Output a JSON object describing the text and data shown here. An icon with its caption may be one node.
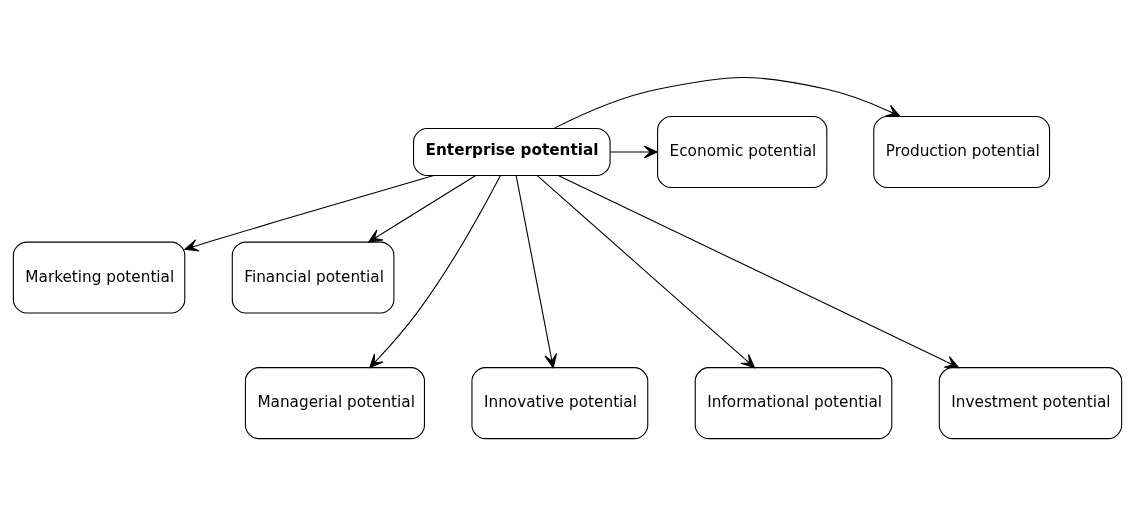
{
  "diagram": {
    "nodes": [
      {
        "text": [
          "Enterprise potential"
        ]
      },
      {
        "text": [
          "Production potential"
        ]
      },
      {
        "text": [
          "Economic potential"
        ]
      },
      {
        "text": [
          "Marketing potential"
        ]
      },
      {
        "text": [
          "Financial potential"
        ]
      },
      {
        "text": [
          "Managerial potential"
        ]
      },
      {
        "text": [
          "Innovative potential"
        ]
      },
      {
        "text": [
          "Informational potential"
        ]
      },
      {
        "text": [
          "Investment potential"
        ]
      }
    ],
    "edges": [
      {
        "from": 0,
        "to": 1,
        "arrow": "to"
      },
      {
        "from": 0,
        "to": 2,
        "arrow": "to"
      },
      {
        "from": 0,
        "to": 3,
        "arrow": "to"
      },
      {
        "from": 0,
        "to": 4,
        "arrow": "to"
      },
      {
        "from": 0,
        "to": 5,
        "arrow": "to"
      },
      {
        "from": 0,
        "to": 6,
        "arrow": "to"
      },
      {
        "from": 0,
        "to": 7,
        "arrow": "to"
      },
      {
        "from": 0,
        "to": 8,
        "arrow": "to"
      }
    ]
  }
}
